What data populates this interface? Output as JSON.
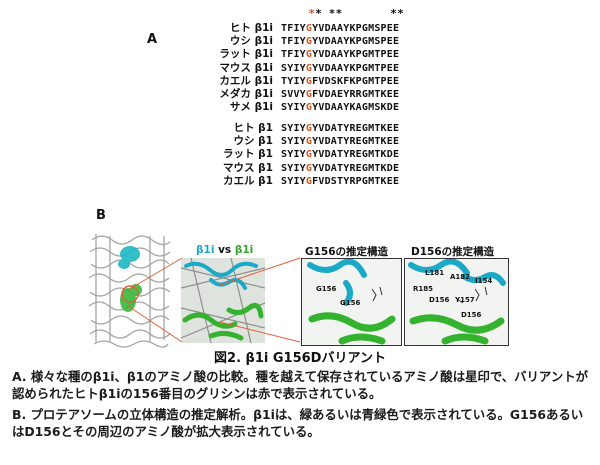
{
  "panel_a": {
    "label": "A",
    "stars": "**",
    "star_positions": [
      4,
      5,
      7,
      8,
      16,
      17,
      21
    ],
    "rows_i": [
      {
        "species": "ヒト β1i",
        "pre": "TFIY",
        "g": "G",
        "post": "YVDAAYKPGMSPEE"
      },
      {
        "species": "ウシ β1i",
        "pre": "TFIY",
        "g": "G",
        "post": "YVDAAYKPGMSPEE"
      },
      {
        "species": "ラット β1i",
        "pre": "TFIY",
        "g": "G",
        "post": "YVDAAYKPGMTPEE"
      },
      {
        "species": "マウス β1i",
        "pre": "SYIY",
        "g": "G",
        "post": "YVDAAYKPGMTPEE"
      },
      {
        "species": "カエル β1i",
        "pre": "TYIY",
        "g": "G",
        "post": "FVDSKFKPGMTPEE"
      },
      {
        "species": "メダカ β1i",
        "pre": "SVVY",
        "g": "G",
        "post": "FVDAEYRRGMTKEE"
      },
      {
        "species": "サメ β1i",
        "pre": "SYIY",
        "g": "G",
        "post": "YVDAAYKAGMSKDE"
      }
    ],
    "rows_c": [
      {
        "species": "ヒト β1",
        "pre": "SYIY",
        "g": "G",
        "post": "YVDATYREGMTKEE"
      },
      {
        "species": "ウシ β1",
        "pre": "SYIY",
        "g": "G",
        "post": "YVDATYREGMTKEE"
      },
      {
        "species": "ラット β1",
        "pre": "SYIY",
        "g": "G",
        "post": "YVDATYREGMTKDE"
      },
      {
        "species": "マウス β1",
        "pre": "SYIY",
        "g": "G",
        "post": "YVDATYREGMTKDE"
      },
      {
        "species": "カエル β1",
        "pre": "SYIY",
        "g": "G",
        "post": "FVDSTYRPGMTKEE"
      }
    ]
  },
  "panel_b": {
    "label": "B",
    "compare_title_a": "β1i",
    "compare_vs": " vs ",
    "compare_title_b": "β1i",
    "g156_title": "G156の推定構造",
    "d156_title": "D156の推定構造",
    "g156_labels": [
      "G156",
      "G156"
    ],
    "d156_labels": [
      "L181",
      "A182",
      "I154",
      "R185",
      "D156",
      "Y157",
      "D156"
    ]
  },
  "caption": {
    "title": "図2. β1i G156Dバリアント",
    "text_a": "A. 様々な種のβ1i、β1のアミノ酸の比較。種を越えて保存されているアミノ酸は星印で、バリアントが認められたヒトβ1iの156番目のグリシンは赤で表示されている。",
    "text_b": "B. プロテアソームの立体構造の推定解析。β1iは、緑あるいは青緑色で表示されている。G156あるいはD156とその周辺のアミノ酸が拡大表示されている。"
  },
  "colors": {
    "highlight": "#d9541b",
    "cyan": "#1aa7c5",
    "green": "#2fa52a"
  }
}
